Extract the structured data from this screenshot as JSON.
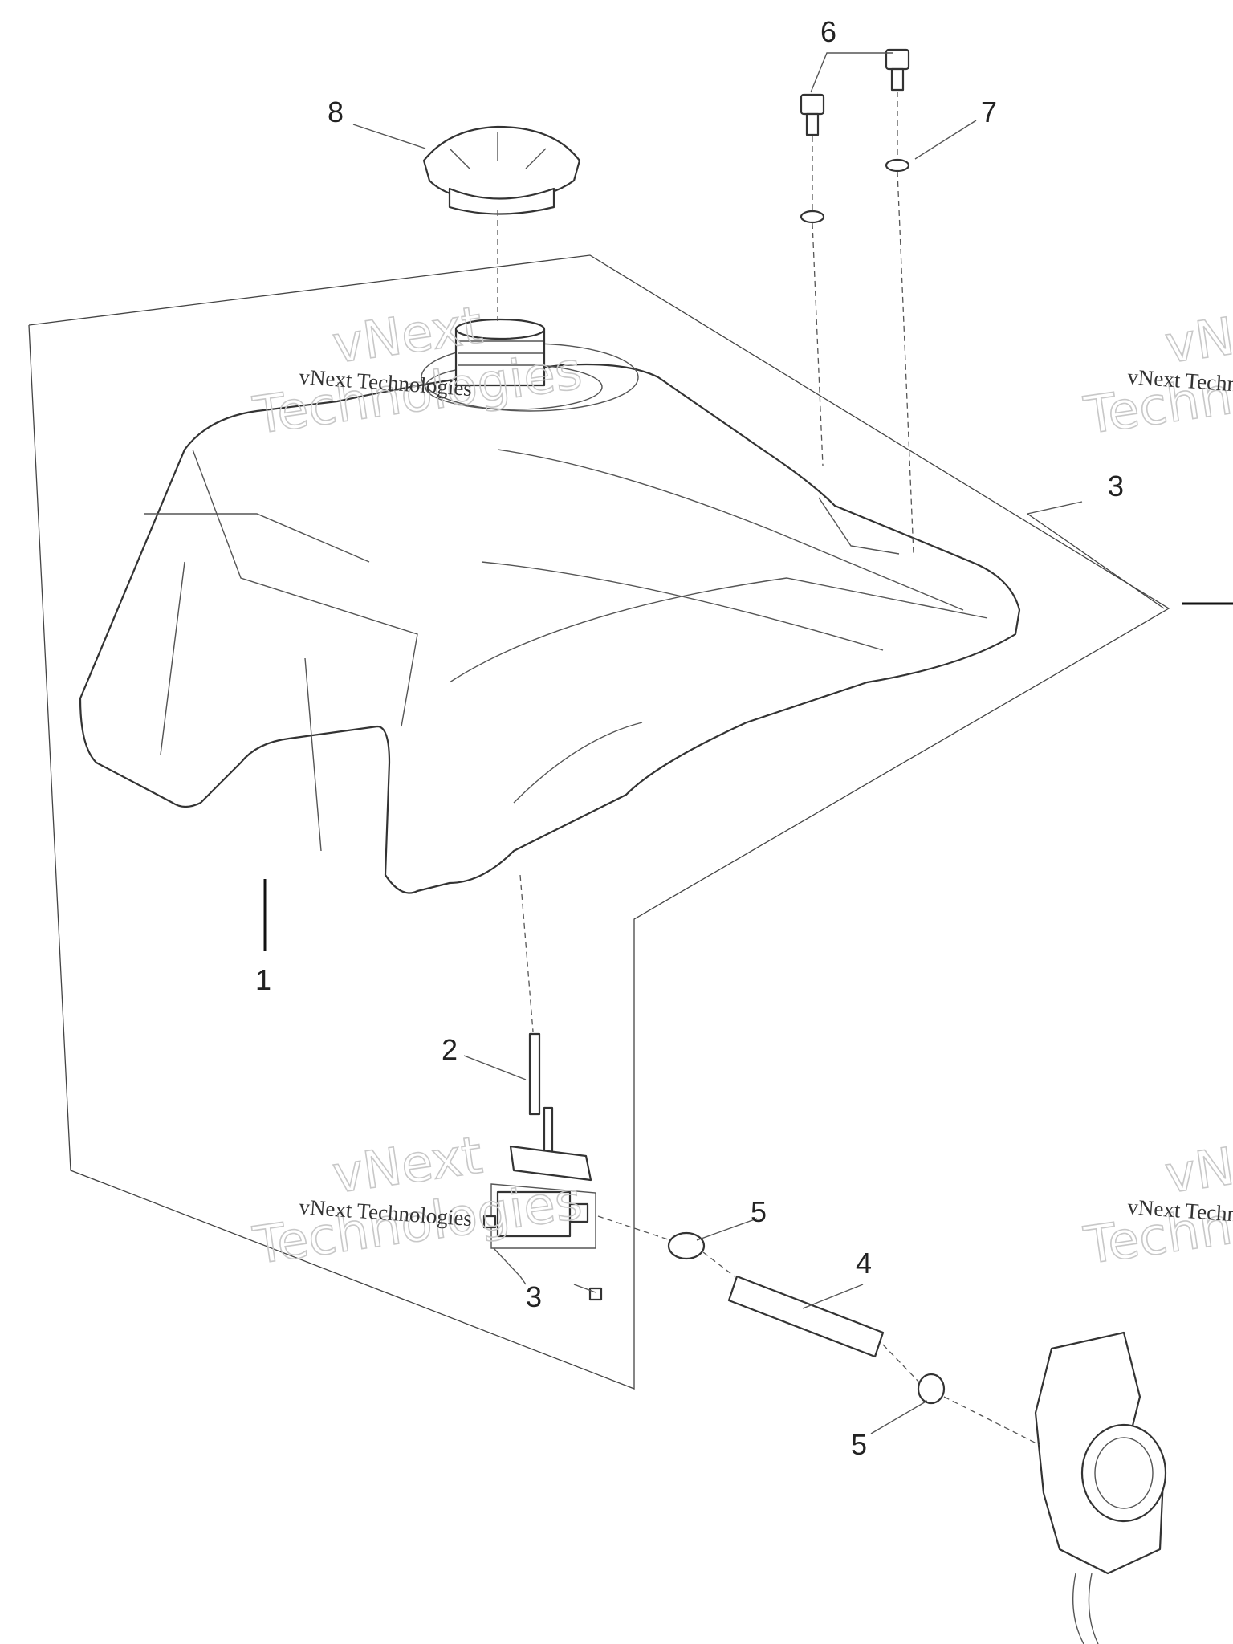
{
  "callouts": {
    "c1": "1",
    "c2": "2",
    "c3_top": "3",
    "c3_bottom": "3",
    "c4": "4",
    "c5_top": "5",
    "c5_bottom": "5",
    "c6": "6",
    "c7": "7",
    "c8": "8"
  },
  "watermark": {
    "brand_line": "vNext Technologies",
    "big_top": "vNext",
    "big_bottom": "Technologies"
  }
}
